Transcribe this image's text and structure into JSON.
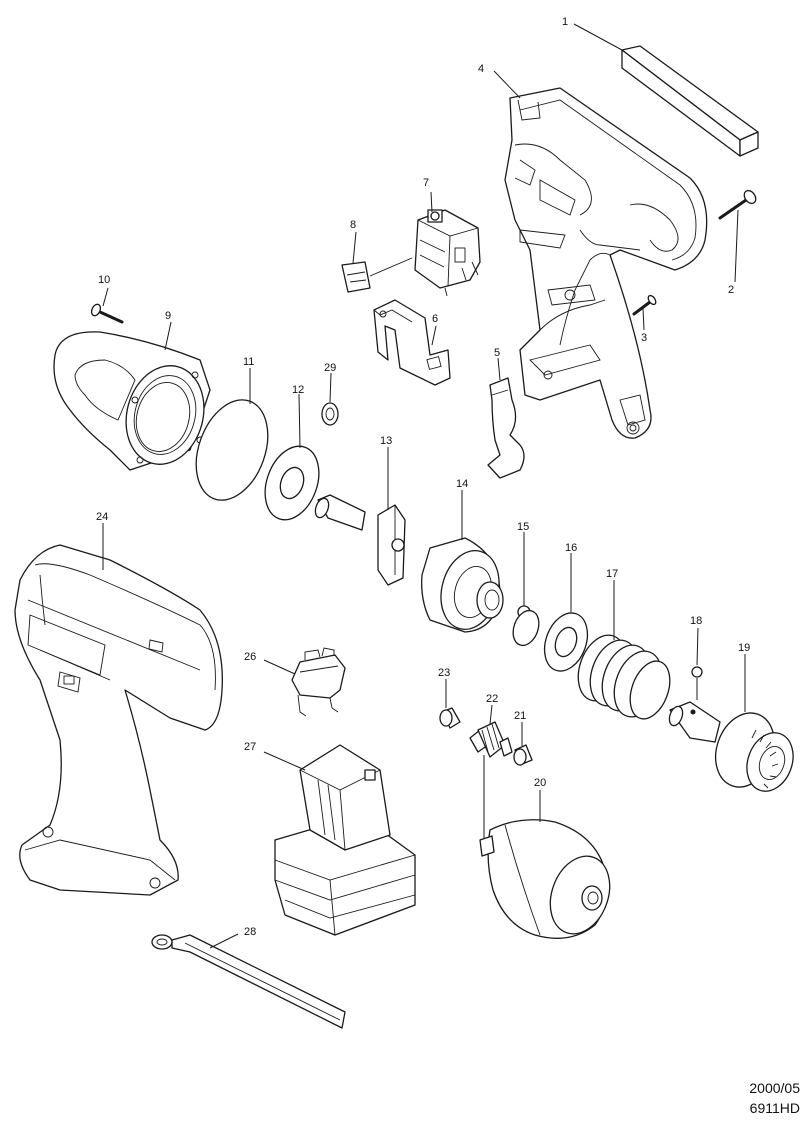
{
  "labels": {
    "p1": "1",
    "p2": "2",
    "p3": "3",
    "p4": "4",
    "p5": "5",
    "p6": "6",
    "p7": "7",
    "p8": "8",
    "p9": "9",
    "p10": "10",
    "p11": "11",
    "p12": "12",
    "p13": "13",
    "p14": "14",
    "p15": "15",
    "p16": "16",
    "p17": "17",
    "p18": "18",
    "p19": "19",
    "p20": "20",
    "p21": "21",
    "p22": "22",
    "p23": "23",
    "p24": "24",
    "p26": "26",
    "p27": "27",
    "p28": "28",
    "p29": "29"
  },
  "footer": {
    "date": "2000/05",
    "model": "6911HD"
  }
}
